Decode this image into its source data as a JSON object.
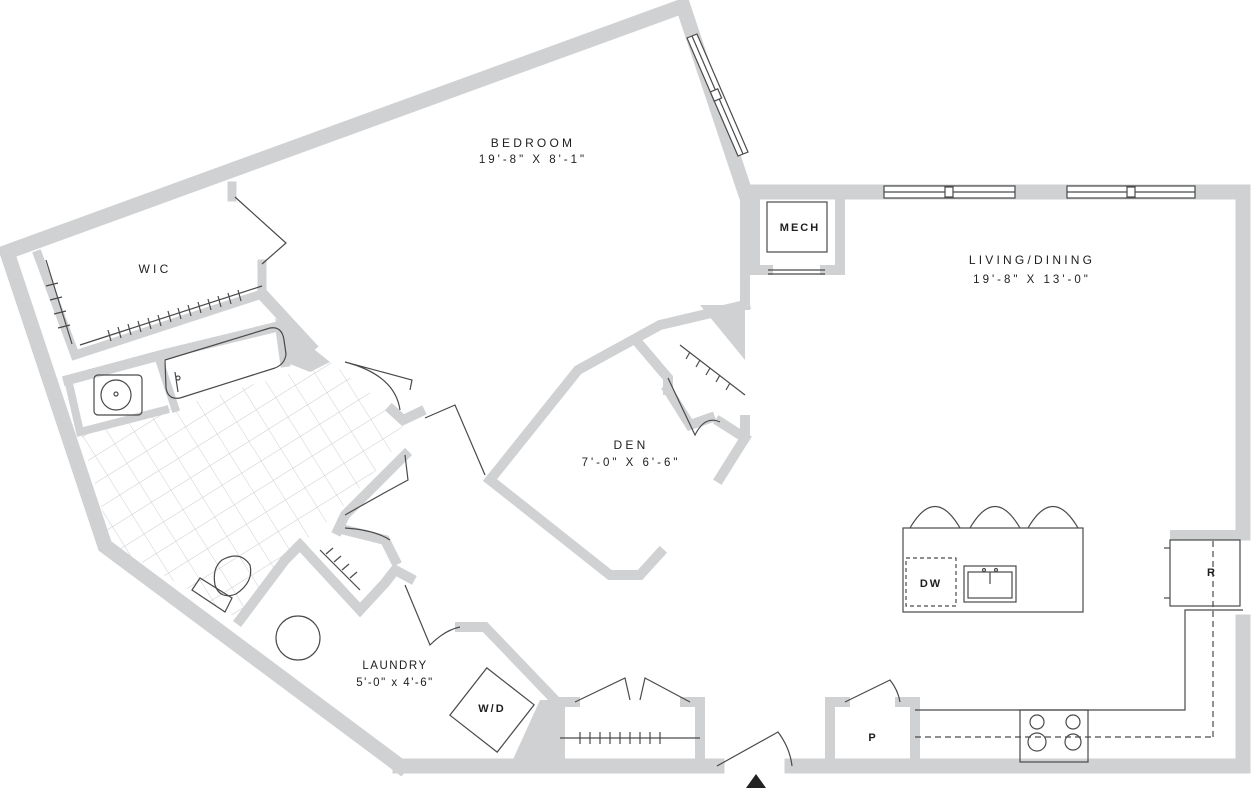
{
  "rooms": {
    "bedroom": {
      "name": "Bedroom",
      "size": "19'-8\" x 8'-1\""
    },
    "wic": {
      "name": "WIC"
    },
    "mech": {
      "name": "MECH"
    },
    "living": {
      "name": "Living/Dining",
      "size": "19'-8\" x 13'-0\""
    },
    "den": {
      "name": "Den",
      "size": "7'-0\" x 6'-6\""
    },
    "laundry": {
      "name": "LAUNDRY",
      "size": "5'-0\" x 4'-6\""
    }
  },
  "fixtures": {
    "dishwasher": "DW",
    "refrigerator": "R",
    "pantry": "P",
    "washer_dryer": "W/D"
  },
  "style": {
    "wall_color": "#cfd1d3",
    "line_color": "#4a4a4a",
    "text_color": "#1e1e1e"
  }
}
